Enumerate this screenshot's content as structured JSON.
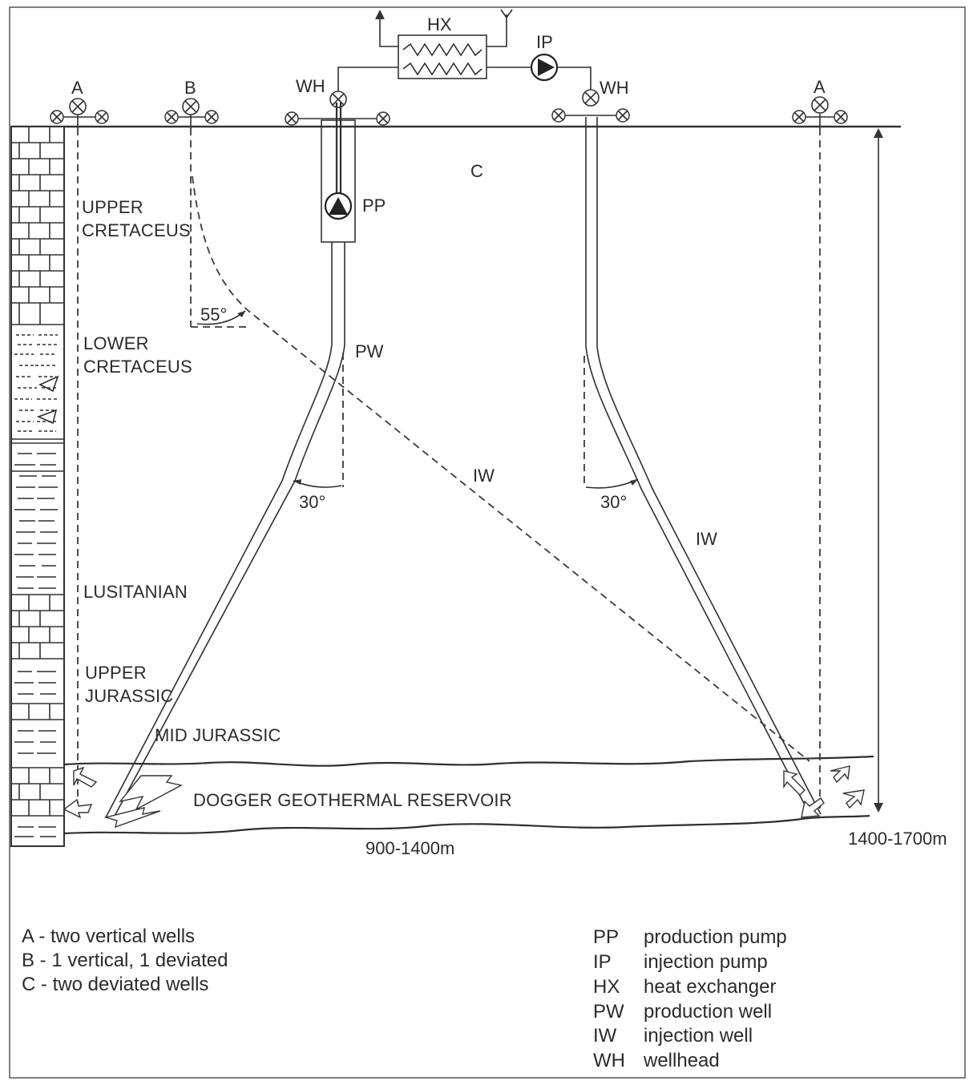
{
  "labels": {
    "hx": "HX",
    "ip": "IP",
    "wh_left": "WH",
    "wh_right": "WH",
    "well_a_left": "A",
    "well_b": "B",
    "well_a_right": "A",
    "scheme_c": "C",
    "pp": "PP",
    "pw": "PW",
    "iw_center": "IW",
    "iw_right": "IW",
    "angle_55": "55°",
    "angle_30_left": "30°",
    "angle_30_right": "30°",
    "depth_range": "1400-1700m",
    "horizontal_range": "900-1400m"
  },
  "strata": {
    "upper_cretaceous_1": "UPPER",
    "upper_cretaceous_2": "CRETACEUS",
    "lower_cretaceous_1": "LOWER",
    "lower_cretaceous_2": "CRETACEUS",
    "lusitanian": "LUSITANIAN",
    "upper_jurassic_1": "UPPER",
    "upper_jurassic_2": "JURASSIC",
    "mid_jurassic": "MID JURASSIC",
    "reservoir": "DOGGER GEOTHERMAL RESERVOIR"
  },
  "legend_left": [
    "A - two vertical wells",
    "B - 1 vertical, 1 deviated",
    "C - two deviated wells"
  ],
  "legend_right": [
    {
      "abbr": "PP",
      "text": "production pump"
    },
    {
      "abbr": "IP",
      "text": "injection pump"
    },
    {
      "abbr": "HX",
      "text": "heat exchanger"
    },
    {
      "abbr": "PW",
      "text": "production well"
    },
    {
      "abbr": "IW",
      "text": "injection well"
    },
    {
      "abbr": "WH",
      "text": "wellhead"
    }
  ]
}
